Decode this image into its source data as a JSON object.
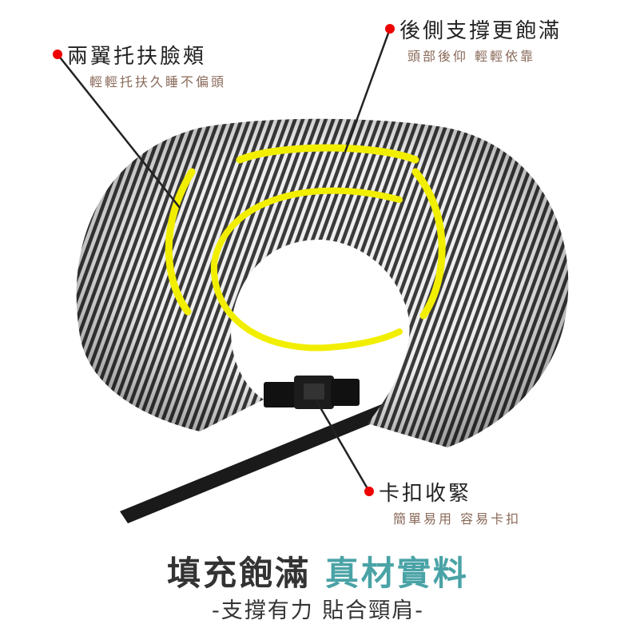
{
  "callouts": [
    {
      "title": "兩翼托扶臉頰",
      "subtitle": "輕輕托扶久睡不偏頭"
    },
    {
      "title": "後側支撐更飽滿",
      "subtitle": "頭部後仰 輕輕依靠"
    },
    {
      "title": "卡扣收緊",
      "subtitle": "簡單易用 容易卡扣"
    }
  ],
  "headline": {
    "part1": "填充飽滿",
    "part2": "真材實料"
  },
  "tagline": "-支撐有力 貼合頸肩-",
  "colors": {
    "accent": "#4aa3a6",
    "dot": "#e00000",
    "highlight": "#f2ee00"
  }
}
